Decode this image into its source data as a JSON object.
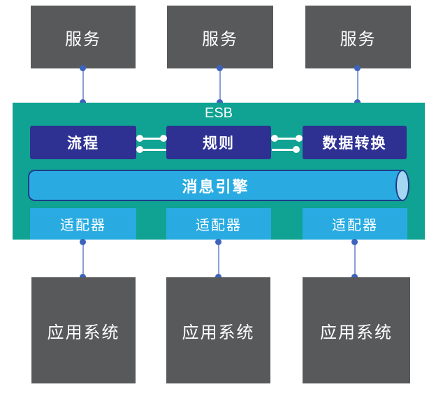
{
  "diagram": {
    "esb_label": "ESB",
    "services": [
      {
        "label": "服务"
      },
      {
        "label": "服务"
      },
      {
        "label": "服务"
      }
    ],
    "components": [
      {
        "label": "流程"
      },
      {
        "label": "规则"
      },
      {
        "label": "数据转换"
      }
    ],
    "message_engine_label": "消息引擎",
    "adapters": [
      {
        "label": "适配器"
      },
      {
        "label": "适配器"
      },
      {
        "label": "适配器"
      }
    ],
    "applications": [
      {
        "label": "应用系统"
      },
      {
        "label": "应用系统"
      },
      {
        "label": "应用系统"
      }
    ],
    "colors": {
      "service_application_box": "#58595B",
      "esb_container": "#10A292",
      "component_box": "#2E3192",
      "adapter_box": "#29ABE2",
      "message_engine_body": "#29ABE2",
      "message_engine_cap": "#A6D7F2",
      "message_engine_border": "#1E3C8C",
      "connector_line": "#8A9FD4",
      "connector_dot": "#3D63BC",
      "inner_connector": "#FFFFFF",
      "text": "#FFFFFF"
    }
  }
}
